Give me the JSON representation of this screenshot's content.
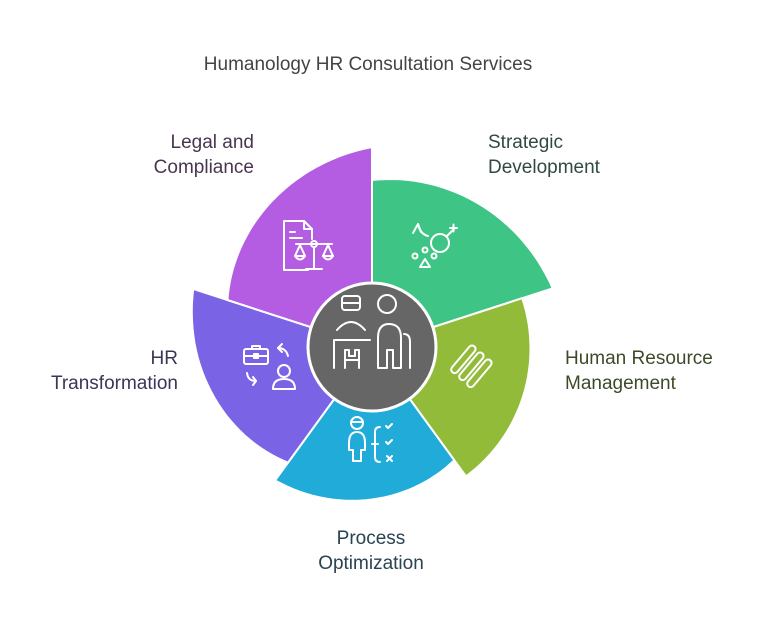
{
  "title": "Humanology HR Consultation Services",
  "segments": [
    {
      "label_1": "Strategic",
      "label_2": "Development",
      "color": "#3ec585",
      "text_color": "#2f4a3f",
      "icon": "strategy-icon"
    },
    {
      "label_1": "Human Resource",
      "label_2": "Management",
      "color": "#93bb3a",
      "text_color": "#3d4a2a",
      "icon": "hr-management-icon"
    },
    {
      "label_1": "Process",
      "label_2": "Optimization",
      "color": "#20abd9",
      "text_color": "#2a4350",
      "icon": "checklist-person-icon"
    },
    {
      "label_1": "HR",
      "label_2": "Transformation",
      "color": "#7b63e6",
      "text_color": "#3c3556",
      "icon": "briefcase-person-cycle-icon"
    },
    {
      "label_1": "Legal and",
      "label_2": "Compliance",
      "color": "#b55de2",
      "text_color": "#4a3550",
      "icon": "legal-scale-document-icon"
    }
  ],
  "center": {
    "color": "#666666",
    "icon": "consultation-people-icon"
  }
}
